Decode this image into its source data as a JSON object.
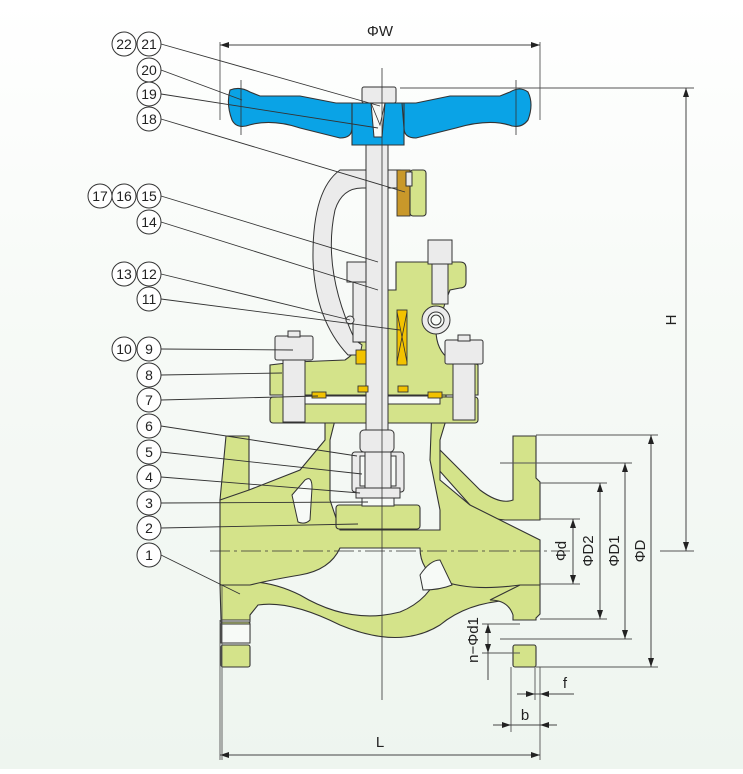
{
  "title": "Globe valve sectional drawing",
  "colors": {
    "body": "#d4e38a",
    "handwheel": "#0aa3e6",
    "packing": "#f2c200",
    "bushing": "#c9982a",
    "hardware": "#ebebeb",
    "background": "#eef5ef"
  },
  "parts": [
    {
      "number": "1"
    },
    {
      "number": "2"
    },
    {
      "number": "3"
    },
    {
      "number": "4"
    },
    {
      "number": "5"
    },
    {
      "number": "6"
    },
    {
      "number": "7"
    },
    {
      "number": "8"
    },
    {
      "number": "9"
    },
    {
      "number": "10"
    },
    {
      "number": "11"
    },
    {
      "number": "12"
    },
    {
      "number": "13"
    },
    {
      "number": "14"
    },
    {
      "number": "15"
    },
    {
      "number": "16"
    },
    {
      "number": "17"
    },
    {
      "number": "18"
    },
    {
      "number": "19"
    },
    {
      "number": "20"
    },
    {
      "number": "21"
    },
    {
      "number": "22"
    }
  ],
  "dimensions": {
    "W": "ΦW",
    "H": "H",
    "d": "Φd",
    "D2": "ΦD2",
    "D1": "ΦD1",
    "D": "ΦD",
    "nd1": "n−Φd1",
    "f": "f",
    "b": "b",
    "L": "L"
  }
}
